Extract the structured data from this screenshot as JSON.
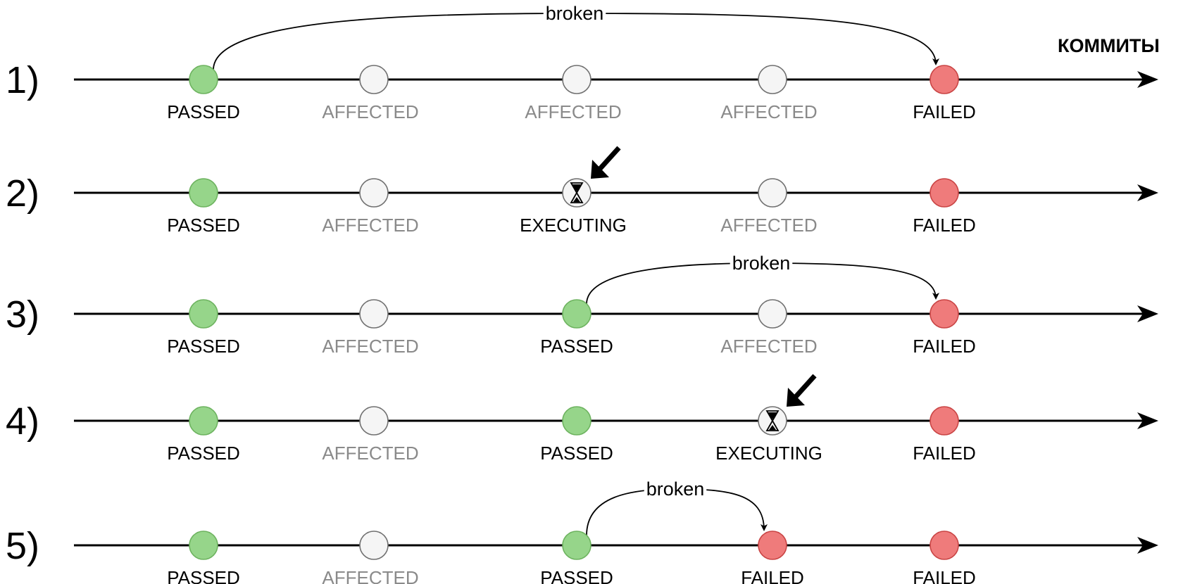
{
  "axis_title": "КОММИТЫ",
  "palette": {
    "passed_fill": "#96d58a",
    "passed_stroke": "#6db35f",
    "failed_fill": "#ef7b7b",
    "failed_stroke": "#c94444",
    "affected_fill": "#f5f5f5",
    "affected_stroke": "#707070",
    "muted_text": "#8a8a8a",
    "line": "#000000"
  },
  "rows": [
    {
      "label": "1)",
      "nodes": [
        {
          "status": "passed",
          "text": "PASSED"
        },
        {
          "status": "affected",
          "text": "AFFECTED"
        },
        {
          "status": "affected",
          "text": "AFFECTED"
        },
        {
          "status": "affected",
          "text": "AFFECTED"
        },
        {
          "status": "failed",
          "text": "FAILED"
        }
      ],
      "edge": {
        "from": 0,
        "to": 4,
        "label": "broken"
      }
    },
    {
      "label": "2)",
      "nodes": [
        {
          "status": "passed",
          "text": "PASSED"
        },
        {
          "status": "affected",
          "text": "AFFECTED"
        },
        {
          "status": "executing",
          "text": "EXECUTING"
        },
        {
          "status": "affected",
          "text": "AFFECTED"
        },
        {
          "status": "failed",
          "text": "FAILED"
        }
      ],
      "pointer": 2
    },
    {
      "label": "3)",
      "nodes": [
        {
          "status": "passed",
          "text": "PASSED"
        },
        {
          "status": "affected",
          "text": "AFFECTED"
        },
        {
          "status": "passed",
          "text": "PASSED"
        },
        {
          "status": "affected",
          "text": "AFFECTED"
        },
        {
          "status": "failed",
          "text": "FAILED"
        }
      ],
      "edge": {
        "from": 2,
        "to": 4,
        "label": "broken"
      }
    },
    {
      "label": "4)",
      "nodes": [
        {
          "status": "passed",
          "text": "PASSED"
        },
        {
          "status": "affected",
          "text": "AFFECTED"
        },
        {
          "status": "passed",
          "text": "PASSED"
        },
        {
          "status": "executing",
          "text": "EXECUTING"
        },
        {
          "status": "failed",
          "text": "FAILED"
        }
      ],
      "pointer": 3
    },
    {
      "label": "5)",
      "nodes": [
        {
          "status": "passed",
          "text": "PASSED"
        },
        {
          "status": "affected",
          "text": "AFFECTED"
        },
        {
          "status": "passed",
          "text": "PASSED"
        },
        {
          "status": "failed",
          "text": "FAILED"
        },
        {
          "status": "failed",
          "text": "FAILED"
        }
      ],
      "edge": {
        "from": 2,
        "to": 3,
        "label": "broken"
      }
    }
  ]
}
